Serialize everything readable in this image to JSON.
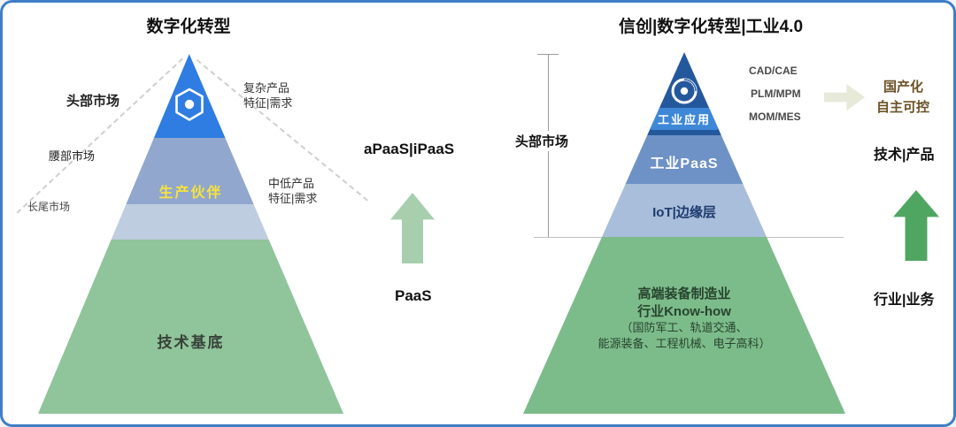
{
  "left_panel": {
    "title": "数字化转型",
    "markets": [
      "头部市场",
      "腰部市场",
      "长尾市场"
    ],
    "annotations": [
      {
        "line1": "复杂产品",
        "line2": "特征|需求"
      },
      {
        "line1": "中低产品",
        "line2": "特征|需求"
      }
    ],
    "pyramid": {
      "partner": "生产伙伴",
      "base": "技术基底"
    },
    "stack": {
      "top": "aPaaS|iPaaS",
      "bottom": "PaaS"
    }
  },
  "right_panel": {
    "title": "信创|数字化转型|工业4.0",
    "market": "头部市场",
    "pyramid": {
      "app": "工业应用",
      "paas": "工业PaaS",
      "iot": "IoT|边缘层",
      "base_lines": [
        "高端装备制造业",
        "行业Know-how",
        "（国防军工、轨道交通、",
        "能源装备、工程机械、电子高科）"
      ]
    },
    "tech": [
      "CAD/CAE",
      "PLM/MPM",
      "MOM/MES"
    ],
    "localization": [
      "国产化",
      "自主可控"
    ],
    "tech_product": "技术|产品",
    "industry_business": "行业|业务"
  },
  "colors": {
    "border": "#3f7ec6",
    "left_pyramid_top": "#2f7de2",
    "left_pyramid_band1": "#91a7cd",
    "left_pyramid_band2": "#bfcde1",
    "left_pyramid_green": "#90c49a",
    "right_pyramid_top": "#24589c",
    "right_pyramid_paas": "#6e92c6",
    "right_pyramid_iot": "#a9beda",
    "right_pyramid_green": "#7cbc8a",
    "partner_text": "#f6e33c",
    "up_arrow_light": "#a7cfad",
    "up_arrow_dark": "#4fa661",
    "right_arrow_pale": "#e7ead8",
    "localization_text": "#6a5125"
  }
}
